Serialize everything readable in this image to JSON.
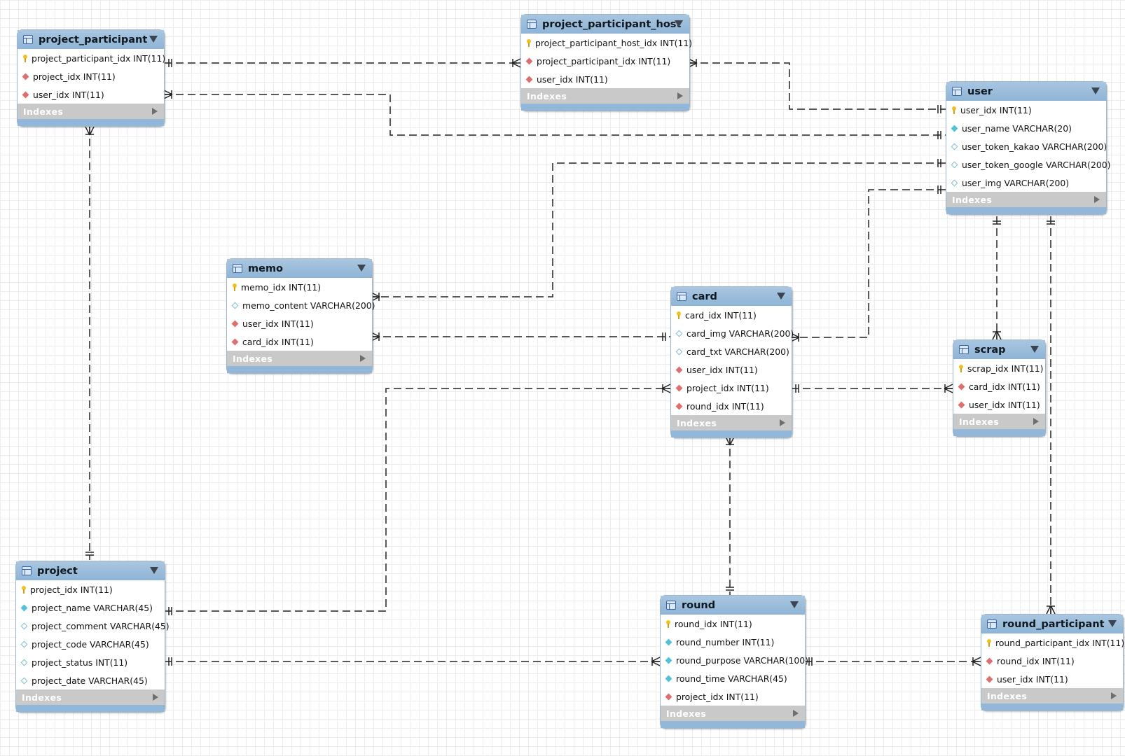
{
  "diagram": {
    "indexes_label": "Indexes",
    "tables": [
      {
        "id": "project_participant",
        "name": "project_participant",
        "fields": [
          {
            "name": "project_participant_idx INT(11)",
            "kind": "pk"
          },
          {
            "name": "project_idx INT(11)",
            "kind": "fk"
          },
          {
            "name": "user_idx INT(11)",
            "kind": "fk"
          }
        ]
      },
      {
        "id": "project_participant_host",
        "name": "project_participant_host",
        "fields": [
          {
            "name": "project_participant_host_idx INT(11)",
            "kind": "pk"
          },
          {
            "name": "project_participant_idx INT(11)",
            "kind": "fk"
          },
          {
            "name": "user_idx INT(11)",
            "kind": "fk"
          }
        ]
      },
      {
        "id": "user",
        "name": "user",
        "fields": [
          {
            "name": "user_idx INT(11)",
            "kind": "pk"
          },
          {
            "name": "user_name VARCHAR(20)",
            "kind": "nn"
          },
          {
            "name": "user_token_kakao VARCHAR(200)",
            "kind": "nl"
          },
          {
            "name": "user_token_google VARCHAR(200)",
            "kind": "nl"
          },
          {
            "name": "user_img VARCHAR(200)",
            "kind": "nl"
          }
        ]
      },
      {
        "id": "memo",
        "name": "memo",
        "fields": [
          {
            "name": "memo_idx INT(11)",
            "kind": "pk"
          },
          {
            "name": "memo_content VARCHAR(200)",
            "kind": "nl"
          },
          {
            "name": "user_idx INT(11)",
            "kind": "fk"
          },
          {
            "name": "card_idx INT(11)",
            "kind": "fk"
          }
        ]
      },
      {
        "id": "card",
        "name": "card",
        "fields": [
          {
            "name": "card_idx INT(11)",
            "kind": "pk"
          },
          {
            "name": "card_img VARCHAR(200)",
            "kind": "nl"
          },
          {
            "name": "card_txt VARCHAR(200)",
            "kind": "nl"
          },
          {
            "name": "user_idx INT(11)",
            "kind": "fk"
          },
          {
            "name": "project_idx INT(11)",
            "kind": "fk"
          },
          {
            "name": "round_idx INT(11)",
            "kind": "fk"
          }
        ]
      },
      {
        "id": "scrap",
        "name": "scrap",
        "fields": [
          {
            "name": "scrap_idx INT(11)",
            "kind": "pk"
          },
          {
            "name": "card_idx INT(11)",
            "kind": "fk"
          },
          {
            "name": "user_idx INT(11)",
            "kind": "fk"
          }
        ]
      },
      {
        "id": "project",
        "name": "project",
        "fields": [
          {
            "name": "project_idx INT(11)",
            "kind": "pk"
          },
          {
            "name": "project_name VARCHAR(45)",
            "kind": "nn"
          },
          {
            "name": "project_comment VARCHAR(45)",
            "kind": "nl"
          },
          {
            "name": "project_code VARCHAR(45)",
            "kind": "nl"
          },
          {
            "name": "project_status INT(11)",
            "kind": "nl"
          },
          {
            "name": "project_date VARCHAR(45)",
            "kind": "nl"
          }
        ]
      },
      {
        "id": "round",
        "name": "round",
        "fields": [
          {
            "name": "round_idx INT(11)",
            "kind": "pk"
          },
          {
            "name": "round_number INT(11)",
            "kind": "nn"
          },
          {
            "name": "round_purpose VARCHAR(100)",
            "kind": "nn"
          },
          {
            "name": "round_time VARCHAR(45)",
            "kind": "nn"
          },
          {
            "name": "project_idx INT(11)",
            "kind": "fk"
          }
        ]
      },
      {
        "id": "round_participant",
        "name": "round_participant",
        "fields": [
          {
            "name": "round_participant_idx INT(11)",
            "kind": "pk"
          },
          {
            "name": "round_idx INT(11)",
            "kind": "fk"
          },
          {
            "name": "user_idx INT(11)",
            "kind": "fk"
          }
        ]
      }
    ]
  }
}
